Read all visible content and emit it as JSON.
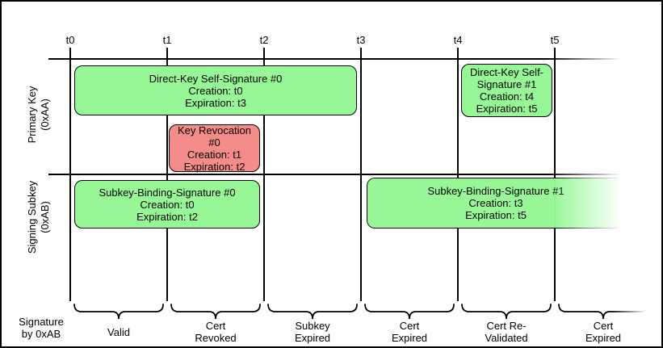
{
  "diagram": {
    "timeline": {
      "ticks": [
        "t0",
        "t1",
        "t2",
        "t3",
        "t4",
        "t5"
      ]
    },
    "rows": [
      {
        "line1": "Primary Key",
        "line2": "(0xAA)"
      },
      {
        "line1": "Signing Subkey",
        "line2": "(0xAB)"
      }
    ],
    "boxes": [
      {
        "title": "Direct-Key Self-Signature #0",
        "creation": "Creation: t0",
        "expiration": "Expiration: t3",
        "color": "green"
      },
      {
        "title": "Direct-Key Self-Signature #1",
        "creation": "Creation: t4",
        "expiration": "Expiration: t5",
        "color": "green"
      },
      {
        "title": "Key Revocation #0",
        "creation": "Creation: t1",
        "expiration": "Expiration: t2",
        "color": "red"
      },
      {
        "title": "Subkey-Binding-Signature #0",
        "creation": "Creation: t0",
        "expiration": "Expiration: t2",
        "color": "green"
      },
      {
        "title": "Subkey-Binding-Signature #1",
        "creation": "Creation: t3",
        "expiration": "Expiration: t5",
        "color": "green"
      }
    ],
    "bottom": {
      "axis_caption_line1": "Signature",
      "axis_caption_line2": "by 0xAB",
      "segments": [
        {
          "line1": "Valid",
          "line2": ""
        },
        {
          "line1": "Cert",
          "line2": "Revoked"
        },
        {
          "line1": "Subkey",
          "line2": "Expired"
        },
        {
          "line1": "Cert",
          "line2": "Expired"
        },
        {
          "line1": "Cert Re-",
          "line2": "Validated"
        },
        {
          "line1": "Cert",
          "line2": "Expired"
        }
      ]
    },
    "colors": {
      "box_green": "#97F797",
      "box_red": "#F48D8A",
      "line": "#000000"
    }
  }
}
